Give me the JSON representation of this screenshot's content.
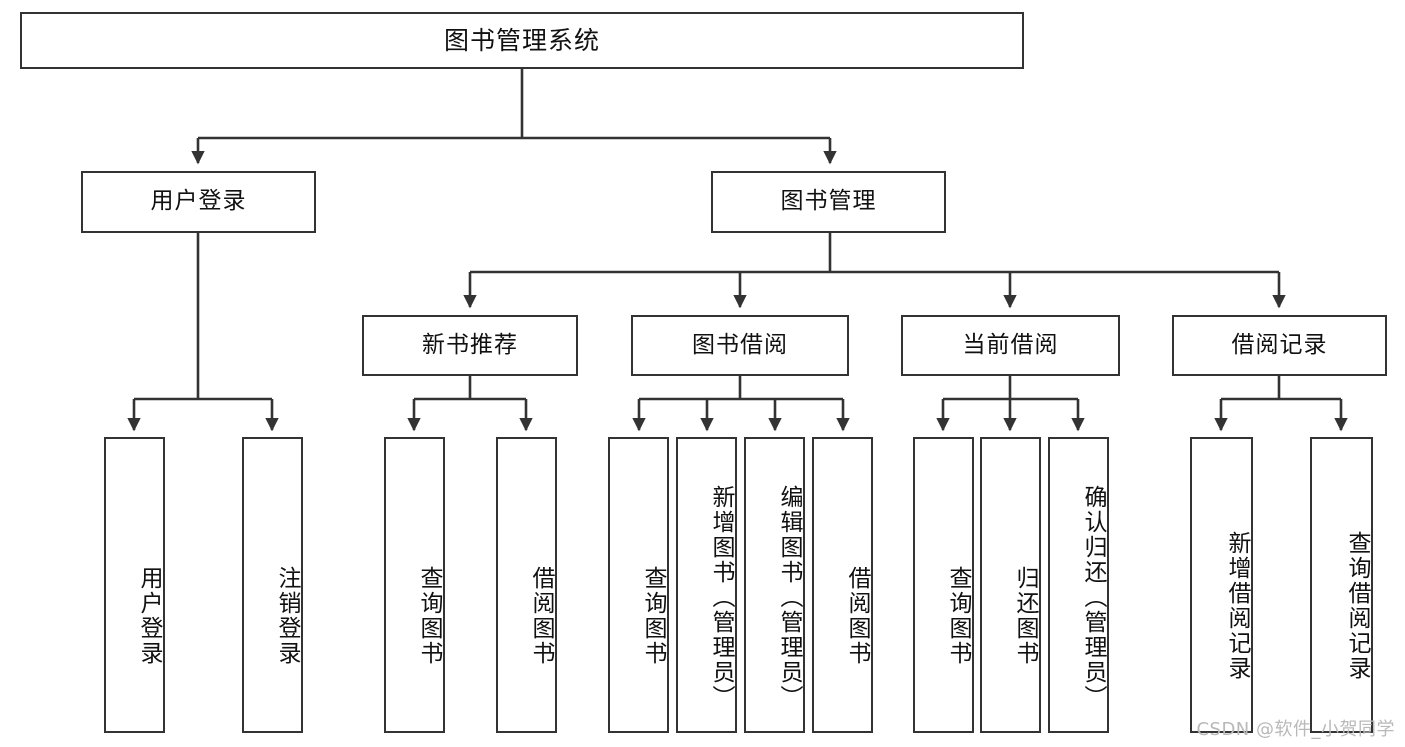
{
  "diagram": {
    "type": "tree-hierarchy-chart",
    "title": "图书管理系统",
    "watermark": "CSDN @软件_小贺同学",
    "colors": {
      "box_border": "#333333",
      "box_fill": "#ffffff",
      "connector": "#333333",
      "text": "#111111",
      "watermark": "#b9b9b9",
      "background": "#ffffff"
    },
    "root": {
      "label": "图书管理系统"
    },
    "level2": [
      {
        "label": "用户登录"
      },
      {
        "label": "图书管理"
      }
    ],
    "level3": [
      {
        "label": "新书推荐"
      },
      {
        "label": "图书借阅"
      },
      {
        "label": "当前借阅"
      },
      {
        "label": "借阅记录"
      }
    ],
    "leaves": {
      "user_login": [
        {
          "label": "用户登录"
        },
        {
          "label": "注销登录"
        }
      ],
      "new_book": [
        {
          "label": "查询图书"
        },
        {
          "label": "借阅图书"
        }
      ],
      "book_borrow": [
        {
          "label": "查询图书"
        },
        {
          "label": "新增图书（管理员）"
        },
        {
          "label": "编辑图书（管理员）"
        },
        {
          "label": "借阅图书"
        }
      ],
      "current_borrow": [
        {
          "label": "查询图书"
        },
        {
          "label": "归还图书"
        },
        {
          "label": "确认归还（管理员）"
        }
      ],
      "borrow_record": [
        {
          "label": "新增借阅记录"
        },
        {
          "label": "查询借阅记录"
        }
      ]
    }
  }
}
